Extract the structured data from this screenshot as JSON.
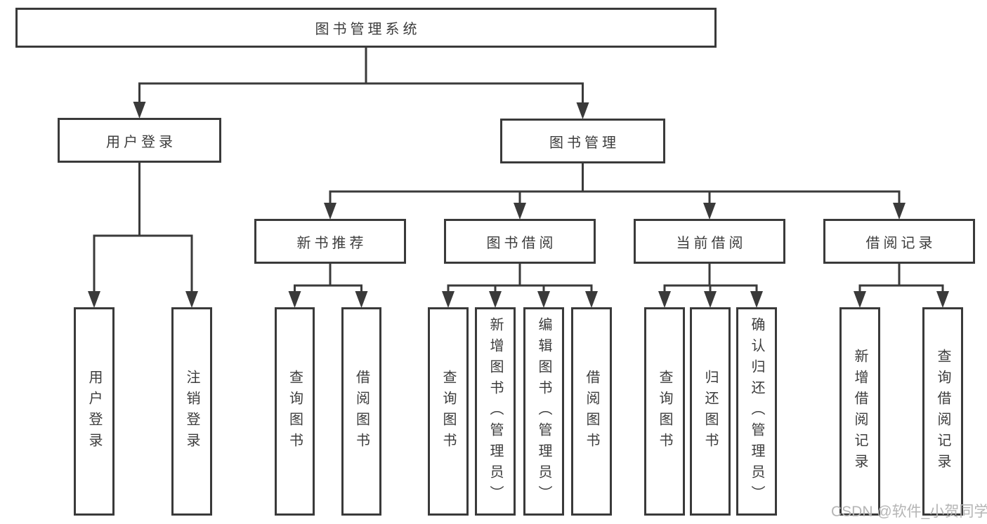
{
  "tree": {
    "id": "root",
    "label": "图书管理系统",
    "children": [
      {
        "id": "user-login",
        "label": "用户登录",
        "children": [
          {
            "id": "login-leaf",
            "label": "用户登录"
          },
          {
            "id": "logout-leaf",
            "label": "注销登录"
          }
        ]
      },
      {
        "id": "book-mgmt",
        "label": "图书管理",
        "children": [
          {
            "id": "new-book-rec",
            "label": "新书推荐",
            "children": [
              {
                "id": "query-books-1",
                "label": "查询图书"
              },
              {
                "id": "borrow-books-1",
                "label": "借阅图书"
              }
            ]
          },
          {
            "id": "book-borrow",
            "label": "图书借阅",
            "children": [
              {
                "id": "query-books-2",
                "label": "查询图书"
              },
              {
                "id": "add-books-admin",
                "label": "新增图书（管理员）"
              },
              {
                "id": "edit-books-admin",
                "label": "编辑图书（管理员）"
              },
              {
                "id": "borrow-books-2",
                "label": "借阅图书"
              }
            ]
          },
          {
            "id": "current-borrow",
            "label": "当前借阅",
            "children": [
              {
                "id": "query-books-3",
                "label": "查询图书"
              },
              {
                "id": "return-books",
                "label": "归还图书"
              },
              {
                "id": "confirm-return-admin",
                "label": "确认归还（管理员）"
              }
            ]
          },
          {
            "id": "borrow-records",
            "label": "借阅记录",
            "children": [
              {
                "id": "add-borrow-record",
                "label": "新增借阅记录"
              },
              {
                "id": "query-borrow-record",
                "label": "查询借阅记录"
              }
            ]
          }
        ]
      }
    ]
  },
  "watermark": "CSDN @软件_小贺同学",
  "colors": {
    "line": "#3a3a3a",
    "box_border": "#3a3a3a",
    "text": "#3c3c3c",
    "watermark": "#b5b5b5",
    "background": "#ffffff"
  }
}
